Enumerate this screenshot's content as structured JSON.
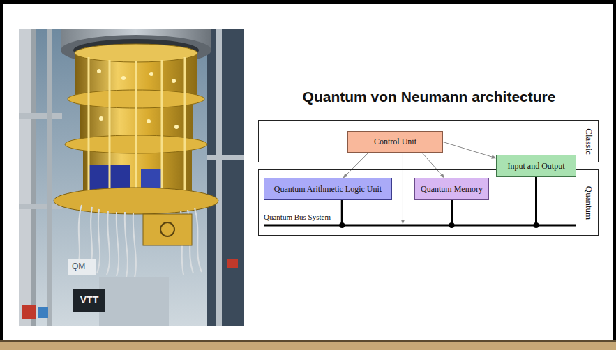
{
  "diagram": {
    "title": "Quantum von Neumann architecture",
    "nodes": [
      {
        "text": [
          "Classic"
        ]
      },
      {
        "text": [
          "Control Unit"
        ],
        "in": 0
      },
      {
        "text": [
          "Input and Output"
        ]
      },
      {
        "text": [
          "Quantum"
        ]
      },
      {
        "text": [
          "Quantum Arithmetic Logic Unit"
        ],
        "in": 3
      },
      {
        "text": [
          "Quantum Memory"
        ],
        "in": 3
      }
    ],
    "edges": [
      {
        "from": 1,
        "to": 4,
        "arrow": "to"
      },
      {
        "from": 1,
        "to": 5,
        "arrow": "to"
      },
      {
        "from": 1,
        "to": 2,
        "arrow": "to"
      },
      {
        "from": 4,
        "to": 5,
        "arrow": "none"
      },
      {
        "from": 5,
        "to": 2,
        "arrow": "none"
      }
    ],
    "labels": [
      "QM",
      "VTT",
      "Quantum Bus System"
    ]
  }
}
